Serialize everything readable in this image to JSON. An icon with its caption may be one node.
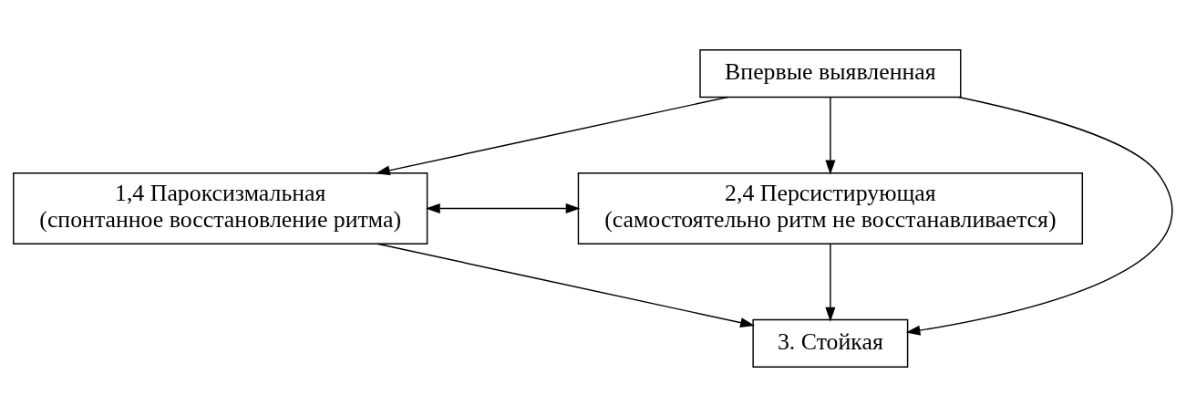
{
  "diagram": {
    "nodes": [
      {
        "text": [
          "Впервые выявленная"
        ]
      },
      {
        "text": [
          "1,4 Пароксизмальная",
          "(спонтанное восстановление ритма)"
        ]
      },
      {
        "text": [
          "2,4 Персистирующая",
          "(самостоятельно ритм не восстанавливается)"
        ]
      },
      {
        "text": [
          "3. Стойкая"
        ]
      }
    ],
    "edges": [
      {
        "from": 0,
        "to": 1,
        "arrow": "to"
      },
      {
        "from": 0,
        "to": 2,
        "arrow": "to"
      },
      {
        "from": 0,
        "to": 3,
        "arrow": "to"
      },
      {
        "from": 1,
        "to": 2,
        "arrow": "both"
      },
      {
        "from": 1,
        "to": 3,
        "arrow": "to"
      },
      {
        "from": 2,
        "to": 3,
        "arrow": "to"
      }
    ]
  }
}
